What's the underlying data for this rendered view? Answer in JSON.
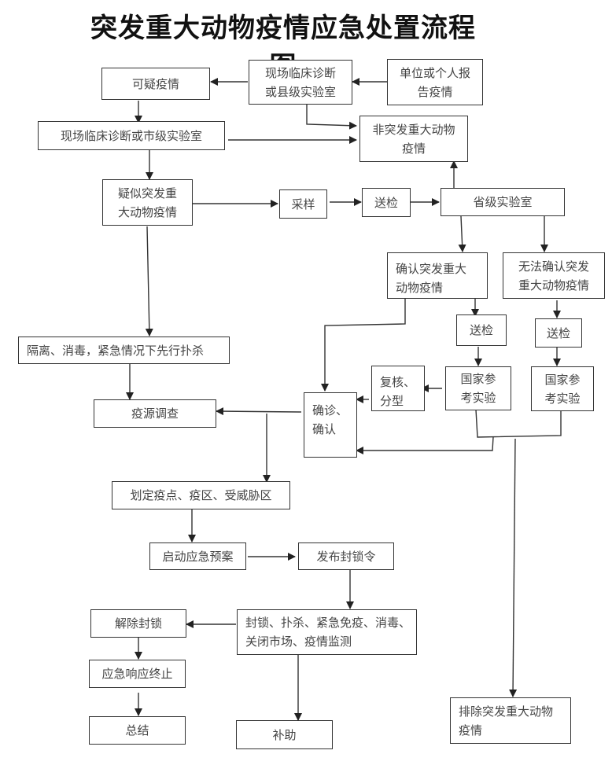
{
  "title": "突发重大动物疫情应急处置流程图",
  "nodes": {
    "suspected": "可疑疫情",
    "onsite_county": "现场临床诊断\n或县级实验室",
    "report": "单位或个人报\n告疫情",
    "onsite_city": "现场临床诊断或市级实验室",
    "non_major": "非突发重大动物\n疫情",
    "suspect_major": "疑似突发重\n大动物疫情",
    "sampling": "采样",
    "send_1": "送检",
    "provincial_lab": "省级实验室",
    "confirmed_major": "确认突发重大\n动物疫情",
    "unconfirmable": "无法确认突发\n重大动物疫情",
    "send_2": "送检",
    "send_3": "送检",
    "isolation": "隔离、消毒，紧急情况下先行扑杀",
    "review_typing": "复核、\n分型",
    "national_lab_1": "国家参\n考实验",
    "national_lab_2": "国家参\n考实验",
    "source_investigation": "疫源调查",
    "diagnosis_confirm": "确诊、\n确认",
    "zoning": "划定疫点、疫区、受威胁区",
    "start_plan": "启动应急预案",
    "lockdown_order": "发布封锁令",
    "measures": "封锁、扑杀、紧急免疫、消毒、\n关闭市场、疫情监测",
    "lift_lockdown": "解除封锁",
    "end_response": "应急响应终止",
    "summary": "总结",
    "subsidy": "补助",
    "exclude_major": "排除突发重大动物\n疫情"
  }
}
